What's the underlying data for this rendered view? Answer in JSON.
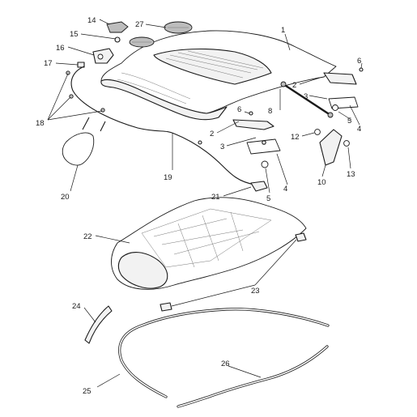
{
  "diagram": {
    "callouts": [
      {
        "id": "c1",
        "text": "1"
      },
      {
        "id": "c2a",
        "text": "2"
      },
      {
        "id": "c2b",
        "text": "2"
      },
      {
        "id": "c3a",
        "text": "3"
      },
      {
        "id": "c3b",
        "text": "3"
      },
      {
        "id": "c4a",
        "text": "4"
      },
      {
        "id": "c4b",
        "text": "4"
      },
      {
        "id": "c5a",
        "text": "5"
      },
      {
        "id": "c5b",
        "text": "5"
      },
      {
        "id": "c6a",
        "text": "6"
      },
      {
        "id": "c6b",
        "text": "6"
      },
      {
        "id": "c8",
        "text": "8"
      },
      {
        "id": "c10",
        "text": "10"
      },
      {
        "id": "c12",
        "text": "12"
      },
      {
        "id": "c13",
        "text": "13"
      },
      {
        "id": "c14",
        "text": "14"
      },
      {
        "id": "c15",
        "text": "15"
      },
      {
        "id": "c16",
        "text": "16"
      },
      {
        "id": "c17",
        "text": "17"
      },
      {
        "id": "c18",
        "text": "18"
      },
      {
        "id": "c19",
        "text": "19"
      },
      {
        "id": "c20",
        "text": "20"
      },
      {
        "id": "c21",
        "text": "21"
      },
      {
        "id": "c22",
        "text": "22"
      },
      {
        "id": "c23",
        "text": "23"
      },
      {
        "id": "c24",
        "text": "24"
      },
      {
        "id": "c25",
        "text": "25"
      },
      {
        "id": "c26",
        "text": "26"
      },
      {
        "id": "c27",
        "text": "27"
      }
    ]
  }
}
